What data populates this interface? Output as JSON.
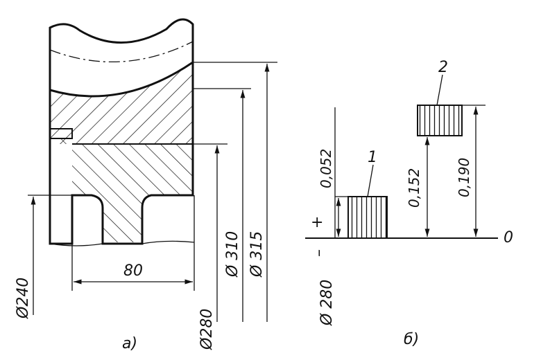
{
  "figure_a": {
    "dim_width": "80",
    "dia_240": "Ø240",
    "dia_280": "Ø280",
    "dia_310": "Ø 310",
    "dia_315": "Ø 315",
    "caption": "a)"
  },
  "figure_b": {
    "tol_0052": "0,052",
    "tol_0152": "0,152",
    "tol_0190": "0,190",
    "zero": "0",
    "plus": "+",
    "minus": "–",
    "base_dia": "Ø 280",
    "field_1": "1",
    "field_2": "2",
    "caption": "б)"
  }
}
